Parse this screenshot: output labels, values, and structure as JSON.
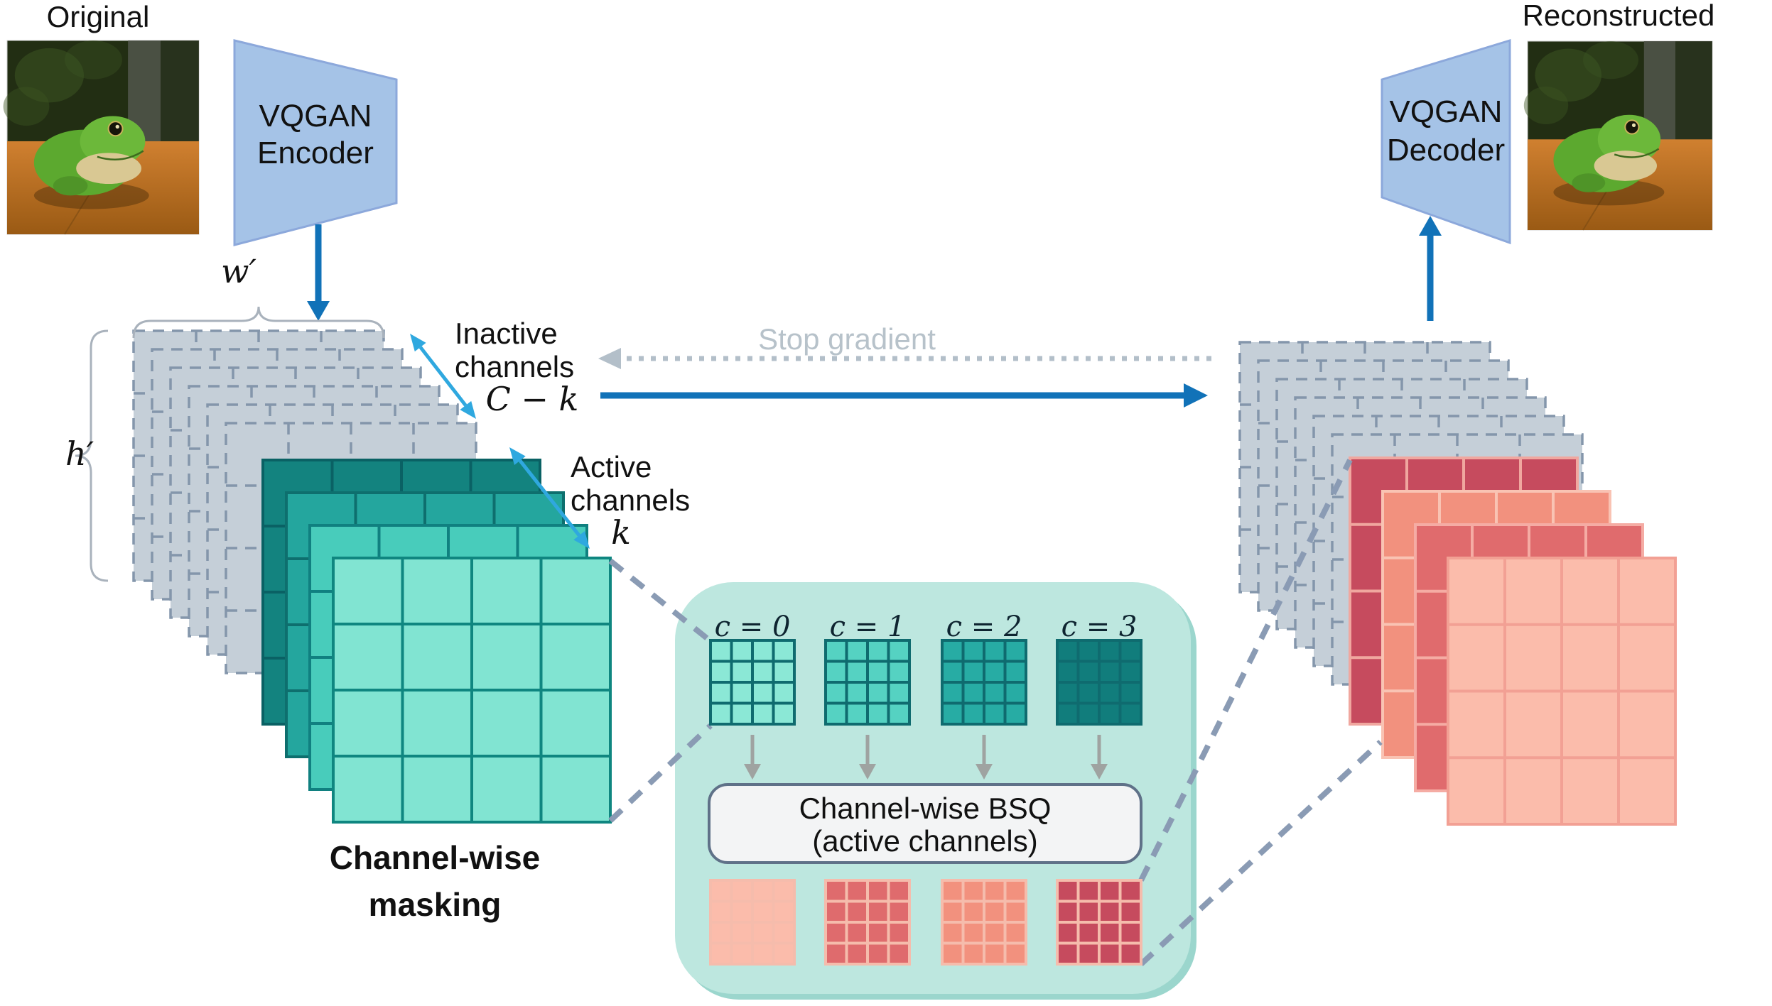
{
  "figure": {
    "original_label": "Original",
    "reconstructed_label": "Reconstructed",
    "encoder": {
      "line1": "VQGAN",
      "line2": "Encoder"
    },
    "decoder": {
      "line1": "VQGAN",
      "line2": "Decoder"
    },
    "width_label": "w′",
    "height_label": "h′",
    "inactive": {
      "line1": "Inactive",
      "line2": "channels",
      "math": "C − k"
    },
    "active": {
      "line1": "Active",
      "line2": "channels",
      "math": "k"
    },
    "stop_gradient_label": "Stop gradient",
    "masking": {
      "line1": "Channel-wise",
      "line2": "masking"
    },
    "bsq_box": {
      "line1": "Channel-wise BSQ",
      "line2": "(active channels)"
    },
    "channel_labels": [
      "c = 0",
      "c = 1",
      "c = 2",
      "c = 3"
    ],
    "num_inactive_layers": 6,
    "num_active_channels": 4,
    "colors": {
      "text": "#111111",
      "trapezoid_fill": "#A5C3E7",
      "trapezoid_stroke": "#8CA8DB",
      "blue_arrow": "#1172B8",
      "cyan_arrow": "#2FA8DF",
      "dotted_arrow": "#B3BFC9",
      "stop_gradient_text": "#B7C2CA",
      "connector_dash": "#8A9BB4",
      "box_small_arrow": "#9FA3A1",
      "brace": "#A9B2BC",
      "gray_layer_fill": "#C5CFD8",
      "gray_layer_stroke": "#8496AB",
      "teal_layer_fills": [
        "#13837F",
        "#24A69E",
        "#48CCBB",
        "#81E4D2"
      ],
      "teal_layer_strokes": [
        "#0A6164",
        "#0E6F6E",
        "#108080",
        "#0F8680"
      ],
      "center_teal_fills": [
        "#8BE8D6",
        "#55D2C2",
        "#27ACA4",
        "#117D7C"
      ],
      "center_teal_stroke": "#0F6B6F",
      "center_red_fills": [
        "#FBBCAB",
        "#DF6B6D",
        "#F2917E",
        "#C64B5E"
      ],
      "center_red_stroke": "#F5BCAC",
      "red_layer_fills": [
        "#C64B5E",
        "#F2917E",
        "#E06B6D",
        "#FBBCAB"
      ],
      "red_layer_strokes": [
        "#F0A79F",
        "#F9C3B3",
        "#F5ACA4",
        "#F2A094"
      ],
      "mint_box_fill": "#BDE7DF",
      "mint_box_shadow": "#9BD6CD",
      "bsq_fill": "#F3F4F5",
      "bsq_stroke": "#5F7188",
      "photo_foliage": "#222E13",
      "photo_foliage2": "#3C5522",
      "photo_curtain": "#4F5449",
      "photo_floor_light": "#D08030",
      "photo_floor_dark": "#9A5A14",
      "frog_green": "#5CA92F",
      "frog_head": "#6CB83A",
      "frog_belly": "#D9C893",
      "frog_shadow": "#4A2C08"
    }
  }
}
